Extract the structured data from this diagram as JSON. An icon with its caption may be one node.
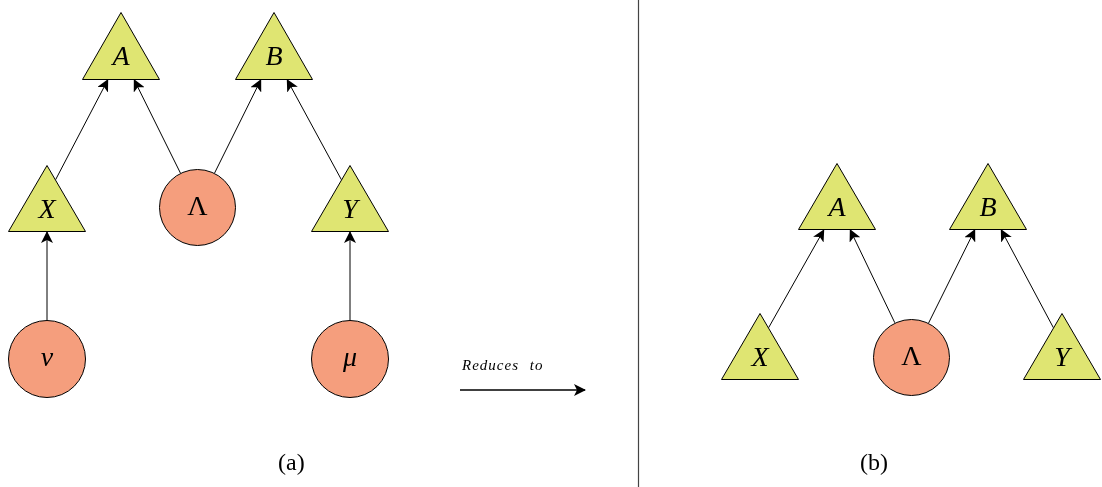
{
  "diagram": {
    "nodes": [
      {
        "text": [
          "A"
        ]
      },
      {
        "text": [
          "B"
        ]
      },
      {
        "text": [
          "X"
        ]
      },
      {
        "text": [
          "Λ"
        ]
      },
      {
        "text": [
          "Y"
        ]
      },
      {
        "text": [
          "ν"
        ]
      },
      {
        "text": [
          "μ"
        ]
      },
      {
        "text": [
          "A"
        ]
      },
      {
        "text": [
          "B"
        ]
      },
      {
        "text": [
          "X"
        ]
      },
      {
        "text": [
          "Λ"
        ]
      },
      {
        "text": [
          "Y"
        ]
      }
    ],
    "edges": [
      {
        "from": 2,
        "to": 0,
        "arrow": "to"
      },
      {
        "from": 3,
        "to": 0,
        "arrow": "to"
      },
      {
        "from": 3,
        "to": 1,
        "arrow": "to"
      },
      {
        "from": 4,
        "to": 1,
        "arrow": "to"
      },
      {
        "from": 5,
        "to": 2,
        "arrow": "to"
      },
      {
        "from": 6,
        "to": 4,
        "arrow": "to"
      },
      {
        "from": 9,
        "to": 7,
        "arrow": "to"
      },
      {
        "from": 10,
        "to": 7,
        "arrow": "to"
      },
      {
        "from": 10,
        "to": 8,
        "arrow": "to"
      },
      {
        "from": 11,
        "to": 8,
        "arrow": "to"
      }
    ],
    "labels": [
      "Reduces to",
      "(a)",
      "(b)"
    ]
  }
}
